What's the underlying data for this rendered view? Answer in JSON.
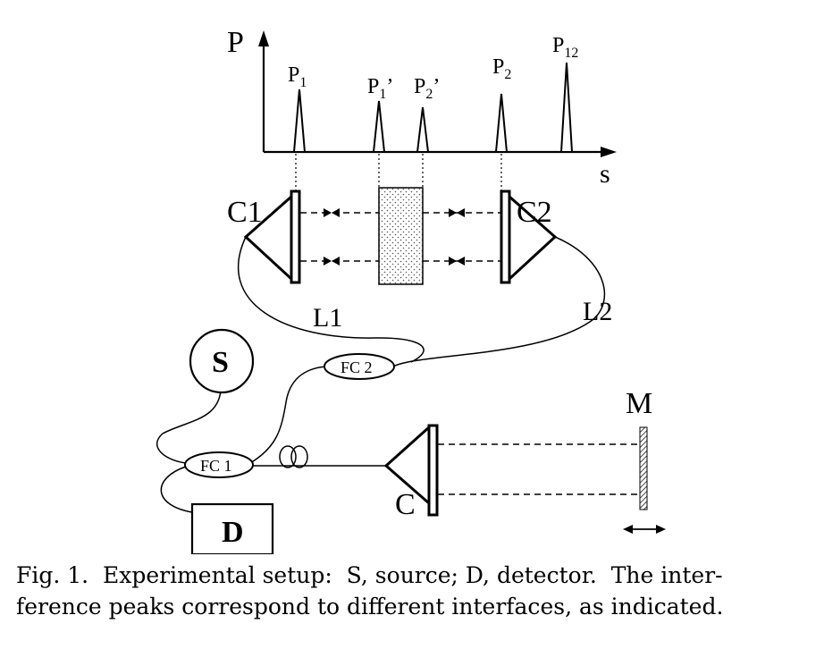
{
  "labels": {
    "p_axis": "P",
    "s_axis": "s",
    "peaks": [
      {
        "base": "P",
        "sub": "1",
        "mark": ""
      },
      {
        "base": "P",
        "sub": "1",
        "mark": "’"
      },
      {
        "base": "P",
        "sub": "2",
        "mark": "’"
      },
      {
        "base": "P",
        "sub": "2",
        "mark": ""
      },
      {
        "base": "P",
        "sub": "12",
        "mark": ""
      }
    ],
    "c1": "C1",
    "c2": "C2",
    "l1": "L1",
    "l2": "L2",
    "source": "S",
    "detector": "D",
    "fc1": "FC 1",
    "fc2": "FC 2",
    "collimator": "C",
    "mirror": "M"
  },
  "caption": {
    "fig_label": "Fig. 1.",
    "line1": "Experimental setup:  S, source; D, detector.  The inter-",
    "line2": "ference peaks correspond to different interfaces, as indicated."
  }
}
